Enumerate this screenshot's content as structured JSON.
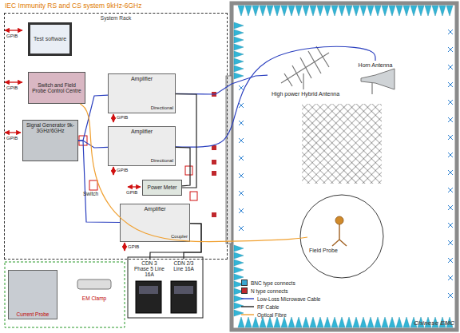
{
  "diagram": {
    "title": "IEC Immunity RS and CS system 9kHz-6GHz",
    "nodes": [
      {
        "text": [
          "System Rack"
        ]
      },
      {
        "text": [
          "Test software"
        ],
        "in": 0
      },
      {
        "text": [
          "Switch and Field Probe Control Centre"
        ],
        "in": 0
      },
      {
        "text": [
          "Signal Generator 9k-3GHz/6GHz"
        ],
        "in": 0
      },
      {
        "text": [
          "Amplifier",
          "Directional"
        ],
        "in": 0
      },
      {
        "text": [
          "Amplifier",
          "Directional"
        ],
        "in": 0
      },
      {
        "text": [
          "Power Meter"
        ],
        "in": 0
      },
      {
        "text": [
          "Amplifier",
          "Coupler"
        ],
        "in": 0
      },
      {
        "text": [
          "High power Hybrid Antenna"
        ]
      },
      {
        "text": [
          "Horn Antenna"
        ]
      },
      {
        "text": [
          "Field Probe"
        ]
      },
      {
        "text": [
          "Current Probe"
        ]
      },
      {
        "text": [
          "EM Clamp"
        ]
      },
      {
        "text": [
          "CDN 3 Phase 5 Line 16A"
        ]
      },
      {
        "text": [
          "CDN 2/3 Line 16A"
        ]
      }
    ],
    "edges": [
      {
        "from": 3,
        "to": 4,
        "arrow": "none"
      },
      {
        "from": 3,
        "to": 5,
        "arrow": "none"
      },
      {
        "from": 3,
        "to": 7,
        "arrow": "none"
      },
      {
        "from": 4,
        "to": 8,
        "arrow": "none"
      },
      {
        "from": 5,
        "to": 9,
        "arrow": "none"
      },
      {
        "from": 4,
        "to": 6,
        "arrow": "none"
      },
      {
        "from": 5,
        "to": 6,
        "arrow": "none"
      },
      {
        "from": 7,
        "to": 13,
        "arrow": "none"
      },
      {
        "from": 7,
        "to": 14,
        "arrow": "none"
      },
      {
        "from": 2,
        "to": 10,
        "arrow": "none"
      }
    ],
    "labels": [
      "GPIB",
      "GPIB",
      "GPIB",
      "GPIB",
      "GPIB",
      "GPIB",
      "GPIB",
      "Switch",
      "Chinese EMC"
    ],
    "legend": [
      {
        "text": "BNC type connects",
        "color": "#3aa6d0"
      },
      {
        "text": "N type connects",
        "color": "#c0282d"
      },
      {
        "text": "Low-Loss Microwave Cable"
      },
      {
        "text": "RF Cable"
      },
      {
        "text": "Optical Fibre"
      }
    ]
  }
}
